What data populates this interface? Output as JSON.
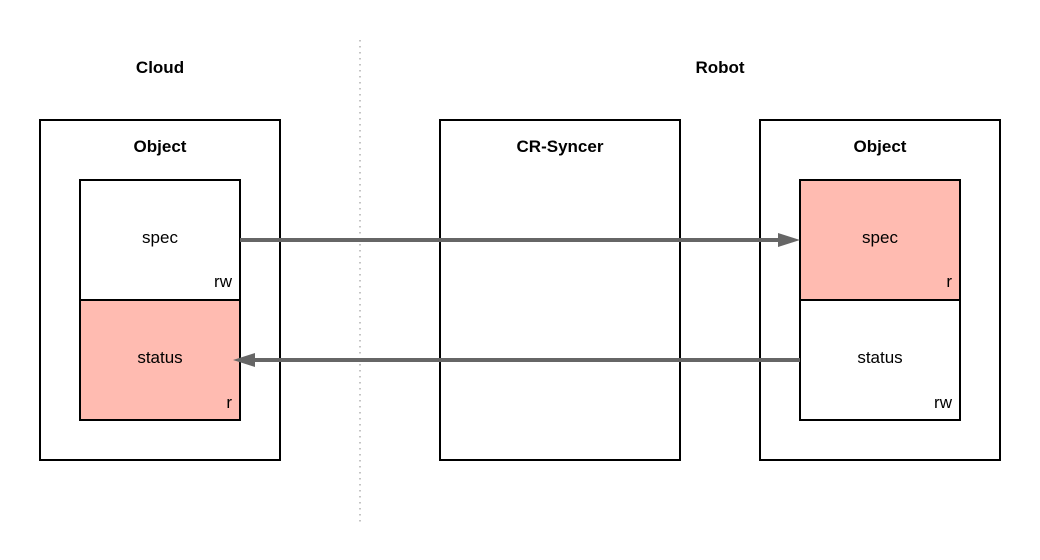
{
  "regions": {
    "cloud": "Cloud",
    "robot": "Robot"
  },
  "cloud_object": {
    "title": "Object",
    "spec": {
      "name": "spec",
      "access": "rw"
    },
    "status": {
      "name": "status",
      "access": "r"
    }
  },
  "syncer": {
    "title": "CR-Syncer"
  },
  "robot_object": {
    "title": "Object",
    "spec": {
      "name": "spec",
      "access": "r"
    },
    "status": {
      "name": "status",
      "access": "rw"
    }
  },
  "colors": {
    "readonly_fill": "#ffbbb1",
    "readwrite_fill": "#ffffff",
    "arrow": "#666666",
    "divider": "#b0b0b0"
  }
}
